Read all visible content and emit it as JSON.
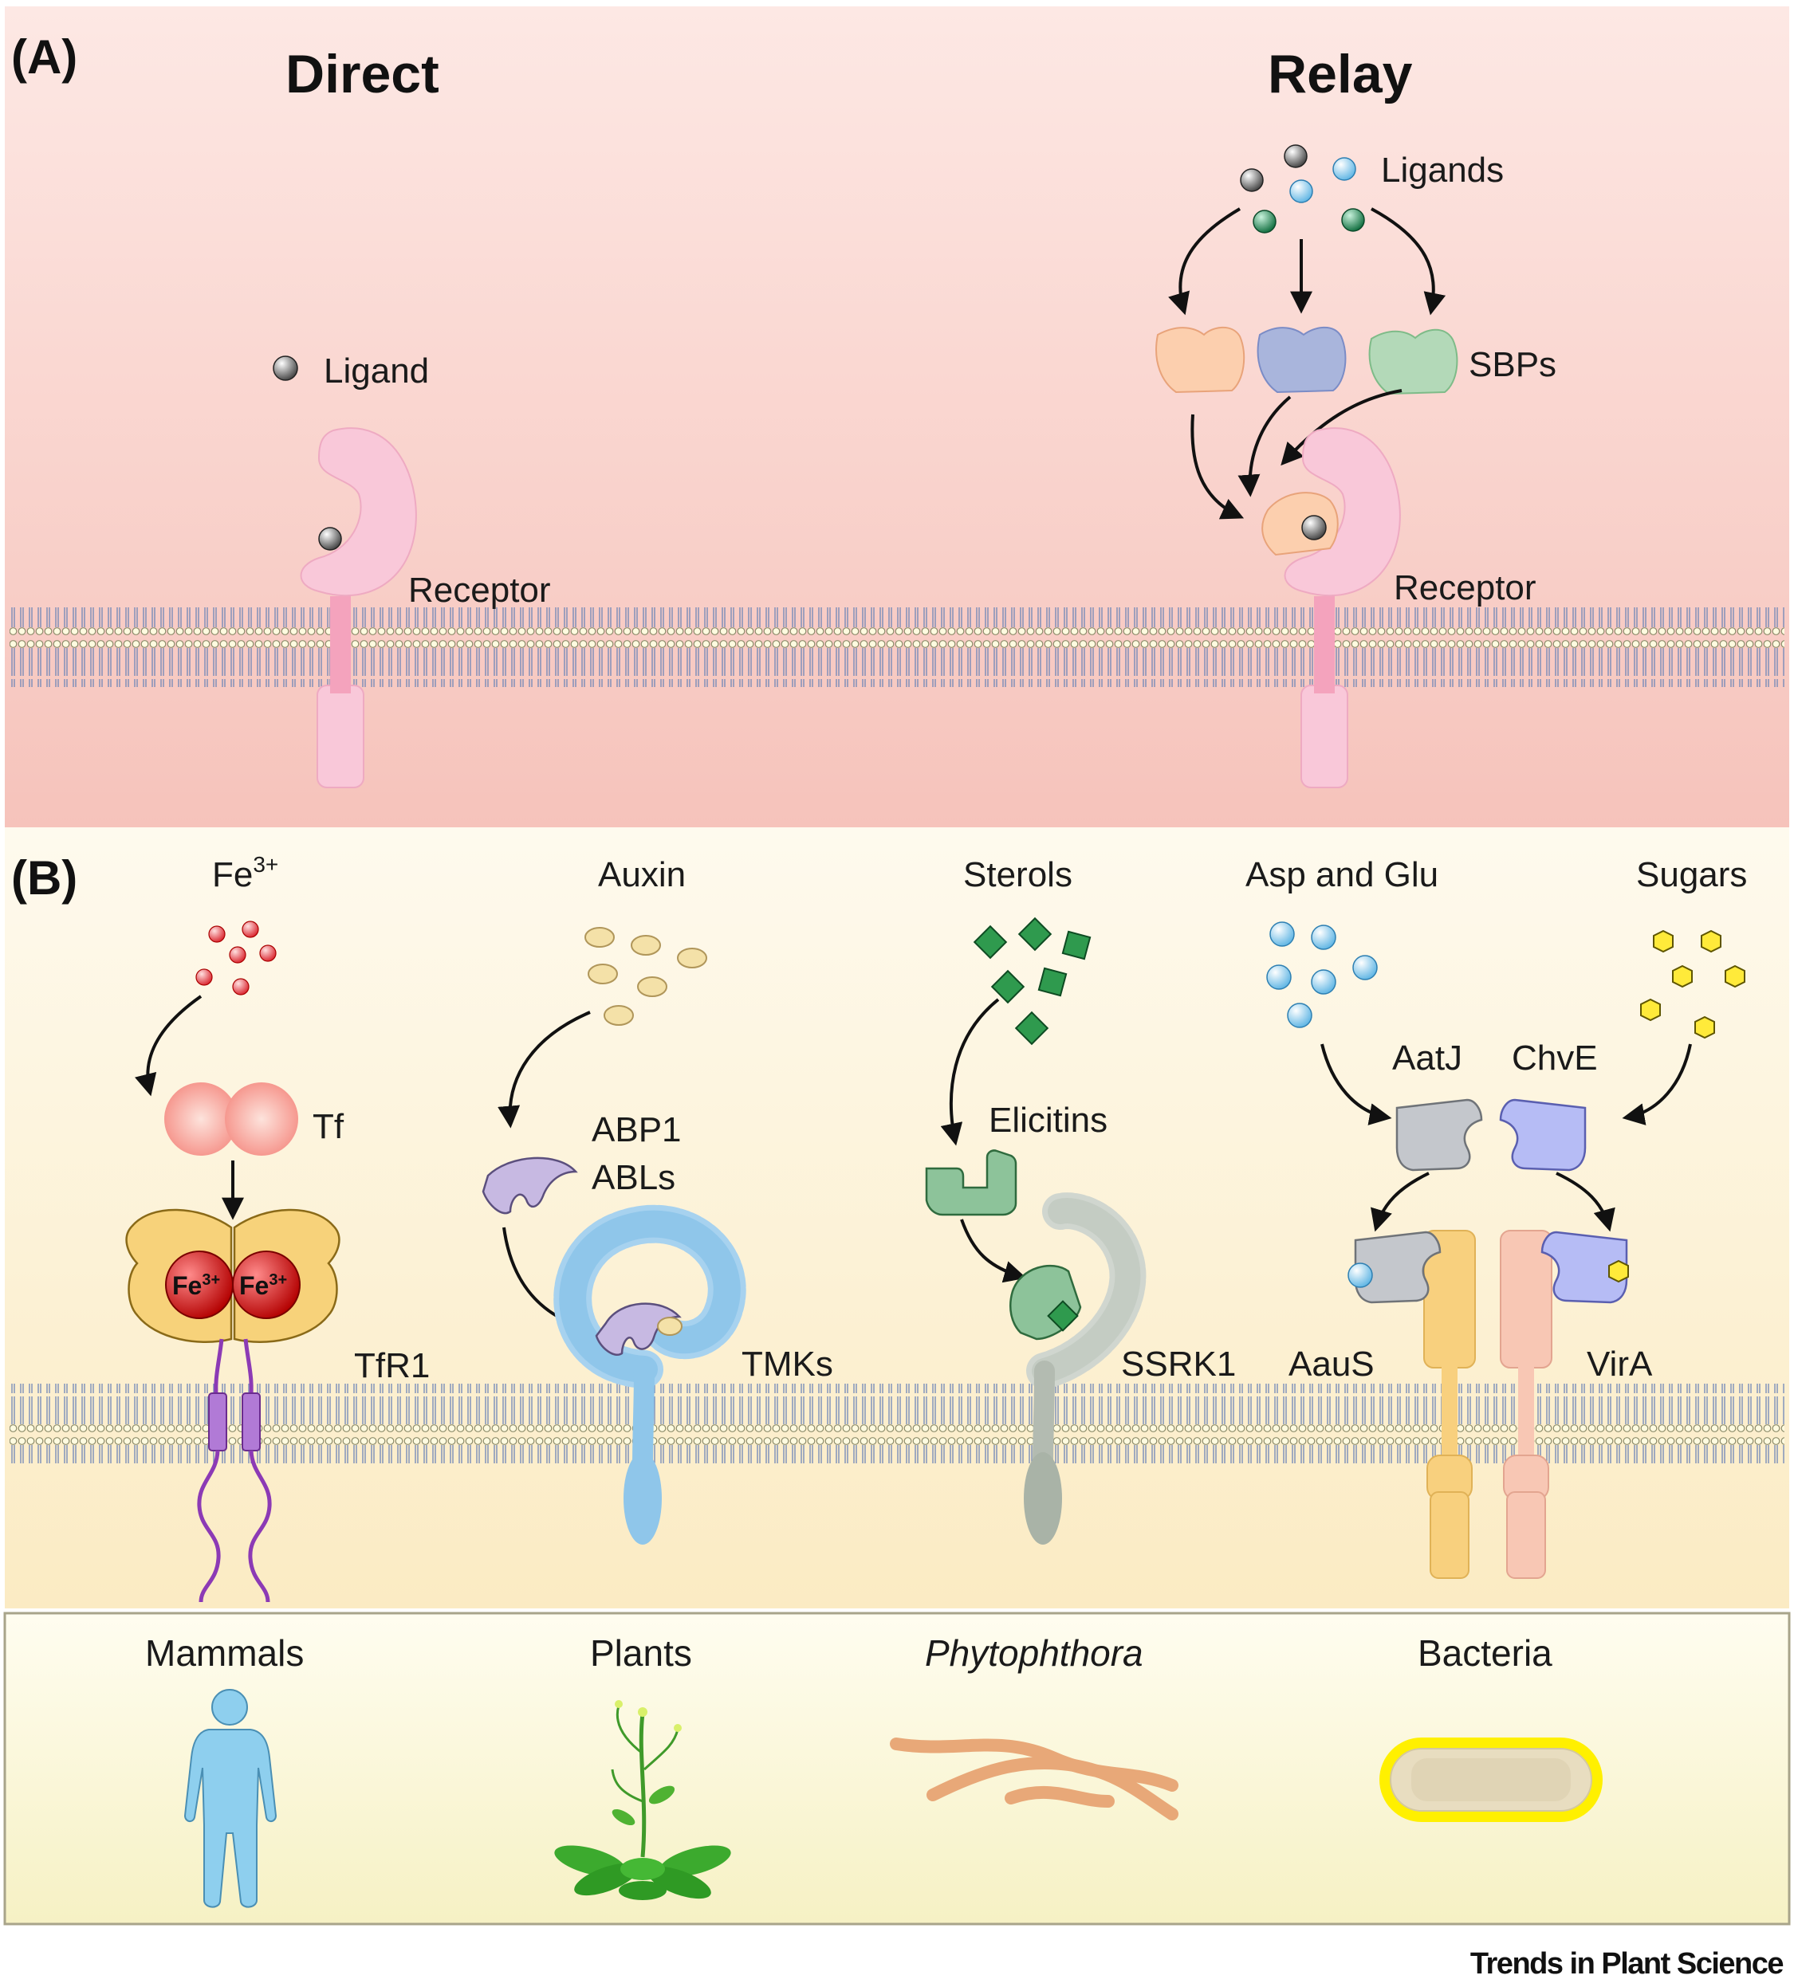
{
  "panel_a": {
    "letter": "(A)",
    "direct_title": "Direct",
    "relay_title": "Relay",
    "direct_ligand": "Ligand",
    "direct_receptor": "Receptor",
    "relay_ligands": "Ligands",
    "relay_sbps": "SBPs",
    "relay_receptor": "Receptor"
  },
  "panel_b": {
    "letter": "(B)",
    "fe_base": "Fe",
    "fe_sup": "3+",
    "tf": "Tf",
    "tfr1": "TfR1",
    "auxin": "Auxin",
    "abp1": "ABP1",
    "abls": "ABLs",
    "tmks": "TMKs",
    "sterols": "Sterols",
    "elicitins": "Elicitins",
    "ssrk1": "SSRK1",
    "asp_glu": "Asp and Glu",
    "sugars": "Sugars",
    "aatj": "AatJ",
    "chve": "ChvE",
    "aaus": "AauS",
    "vira": "VirA"
  },
  "organisms": {
    "mammals": "Mammals",
    "plants": "Plants",
    "phytophthora": "Phytophthora",
    "bacteria": "Bacteria"
  },
  "footer": "Trends in Plant Science",
  "colors": {
    "panel_a_bg": "#f8c9c0",
    "panel_b_bg": "#fcf3dc",
    "receptor_pink": "#f7c1d4",
    "mammal_blue": "#8ecfee",
    "plant_green": "#3caa2e",
    "phytophthora_orange": "#e8a878",
    "bacteria_yellow": "#fff000"
  }
}
